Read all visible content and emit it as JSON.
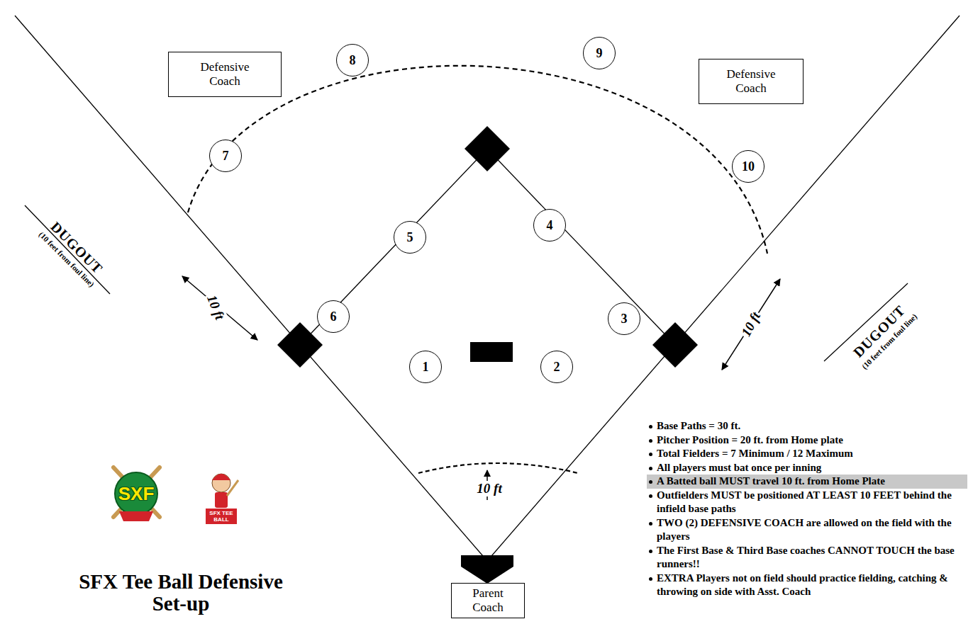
{
  "diagram": {
    "title": "SFX Tee Ball Defensive Set-up",
    "nodes": [
      {
        "text": [
          "Defensive Coach"
        ]
      },
      {
        "text": [
          "8"
        ]
      },
      {
        "text": [
          "9"
        ]
      },
      {
        "text": [
          "Defensive Coach"
        ]
      },
      {
        "text": [
          "7"
        ]
      },
      {
        "text": [
          "10"
        ]
      },
      {
        "text": [
          "5"
        ]
      },
      {
        "text": [
          "4"
        ]
      },
      {
        "text": [
          "6"
        ]
      },
      {
        "text": [
          "3"
        ]
      },
      {
        "text": [
          "1"
        ]
      },
      {
        "text": [
          "2"
        ]
      },
      {
        "text": [
          "Parent Coach"
        ]
      }
    ],
    "labels": [
      "DUGOUT",
      "(10 feet from foul line)",
      "DUGOUT",
      "(10 feet from foul line)",
      "10 ft",
      "10 ft",
      "10 ft",
      "SXF",
      "SFX TEE BALL",
      "Base Paths = 30 ft.",
      "Pitcher Position = 20 ft. from Home plate",
      "Total Fielders = 7 Minimum / 12 Maximum",
      "All players must bat once per inning",
      "A Batted ball MUST travel 10 ft. from Home Plate",
      "Outfielders MUST be positioned AT LEAST 10 FEET behind the infield base paths",
      "TWO (2) DEFENSIVE COACH are allowed on the field with the players",
      "The First Base & Third Base coaches CANNOT TOUCH the base runners!!",
      "EXTRA Players not on field should practice fielding, catching & throwing on side with Asst. Coach"
    ]
  }
}
